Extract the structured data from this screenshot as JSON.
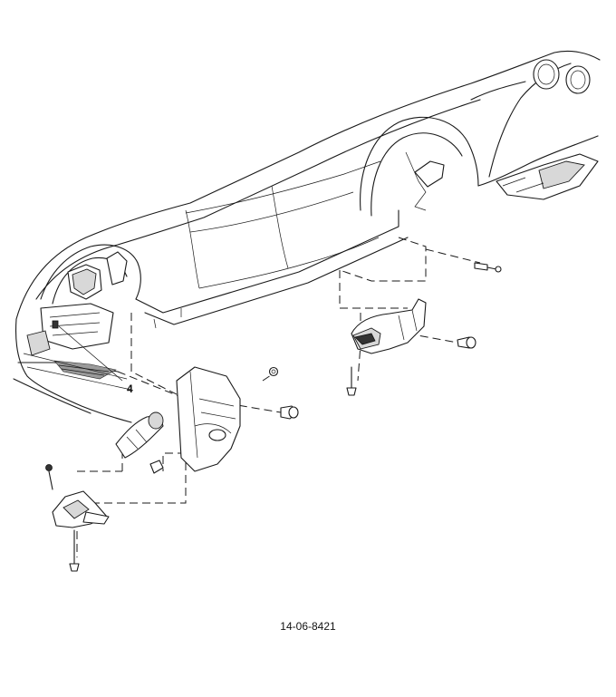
{
  "callouts": [
    {
      "id": "callout-4",
      "label": "4"
    }
  ],
  "figure": {
    "number": "14-06-8421"
  }
}
